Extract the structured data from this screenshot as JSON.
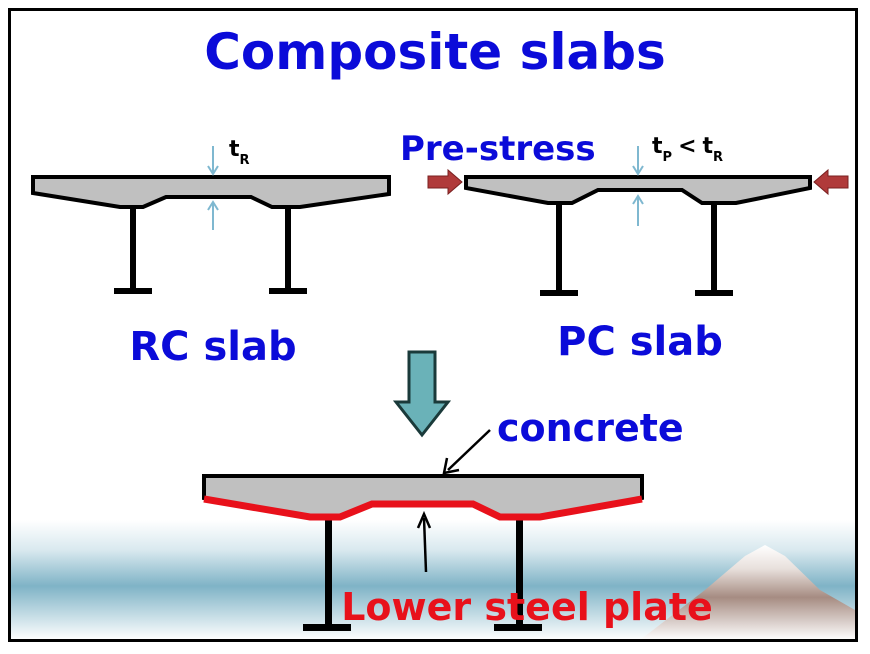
{
  "title": "Composite slabs",
  "rc": {
    "thickness_label_main": "t",
    "thickness_label_sub": "R",
    "label": "RC slab"
  },
  "pc": {
    "prestress_label": "Pre-stress",
    "thickness_tp_main": "t",
    "thickness_tp_sub": "P",
    "thickness_compare": "<",
    "thickness_tr_main": "t",
    "thickness_tr_sub": "R",
    "label": "PC slab"
  },
  "composite": {
    "concrete_label": "concrete",
    "steel_label": "Lower steel plate"
  },
  "colors": {
    "title_text": "#0b0bd9",
    "slab_fill": "#c0c0c0",
    "steel_plate": "#e8111b",
    "arrow_small": "#7fb8d0",
    "prestress_arrow": "#b03a3a",
    "big_arrow": "#6ab2b8",
    "sea": "#7fb3c6",
    "mountain": "#a68c82"
  }
}
